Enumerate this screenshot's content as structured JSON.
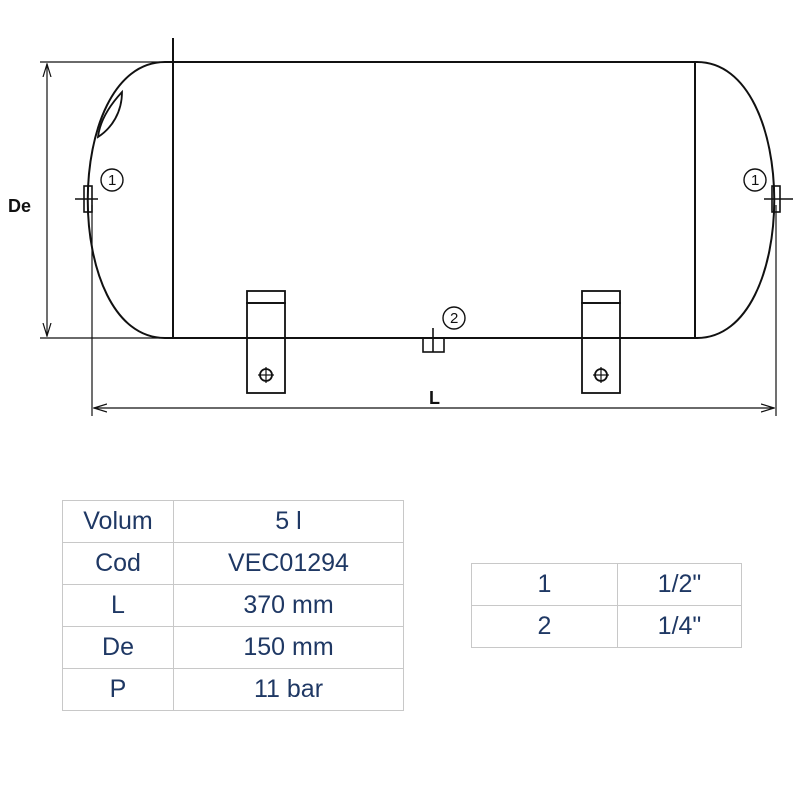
{
  "drawing": {
    "dim_height_label": "De",
    "dim_length_label": "L",
    "callouts": {
      "left_port": "1",
      "right_port": "1",
      "bottom_port": "2"
    }
  },
  "spec_table": {
    "rows": [
      {
        "key": "Volum",
        "value": "5 l"
      },
      {
        "key": "Cod",
        "value": "VEC01294"
      },
      {
        "key": "L",
        "value": "370 mm"
      },
      {
        "key": "De",
        "value": "150 mm"
      },
      {
        "key": "P",
        "value": "11 bar"
      }
    ]
  },
  "connections_table": {
    "rows": [
      {
        "port": "1",
        "size": "1/2\""
      },
      {
        "port": "2",
        "size": "1/4\""
      }
    ]
  },
  "colors": {
    "line": "#111111",
    "table_text": "#1f3864",
    "table_border": "#c8c8c8"
  }
}
